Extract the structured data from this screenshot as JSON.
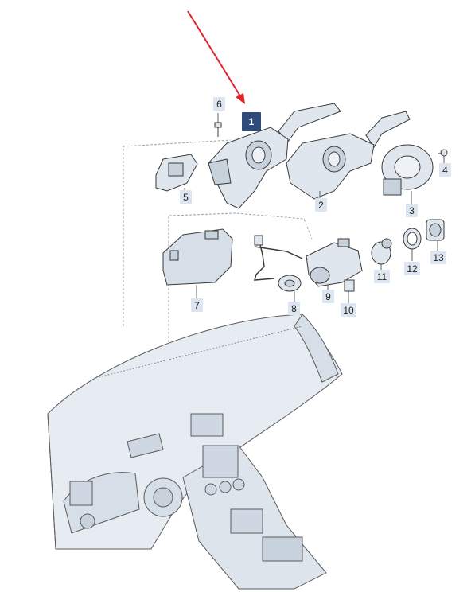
{
  "colors": {
    "part_fill": "#dfe6ee",
    "part_stroke": "#3a3a3a",
    "dash": "#9aa4ae",
    "label_bg": "#dde6f0",
    "label_active_bg": "#2d4a7a",
    "arrow": "#e0242b"
  },
  "callouts": [
    {
      "id": "1",
      "active": true
    },
    {
      "id": "2"
    },
    {
      "id": "3"
    },
    {
      "id": "4"
    },
    {
      "id": "5"
    },
    {
      "id": "6"
    },
    {
      "id": "7"
    },
    {
      "id": "8"
    },
    {
      "id": "9"
    },
    {
      "id": "10"
    },
    {
      "id": "11"
    },
    {
      "id": "12"
    },
    {
      "id": "13"
    }
  ]
}
